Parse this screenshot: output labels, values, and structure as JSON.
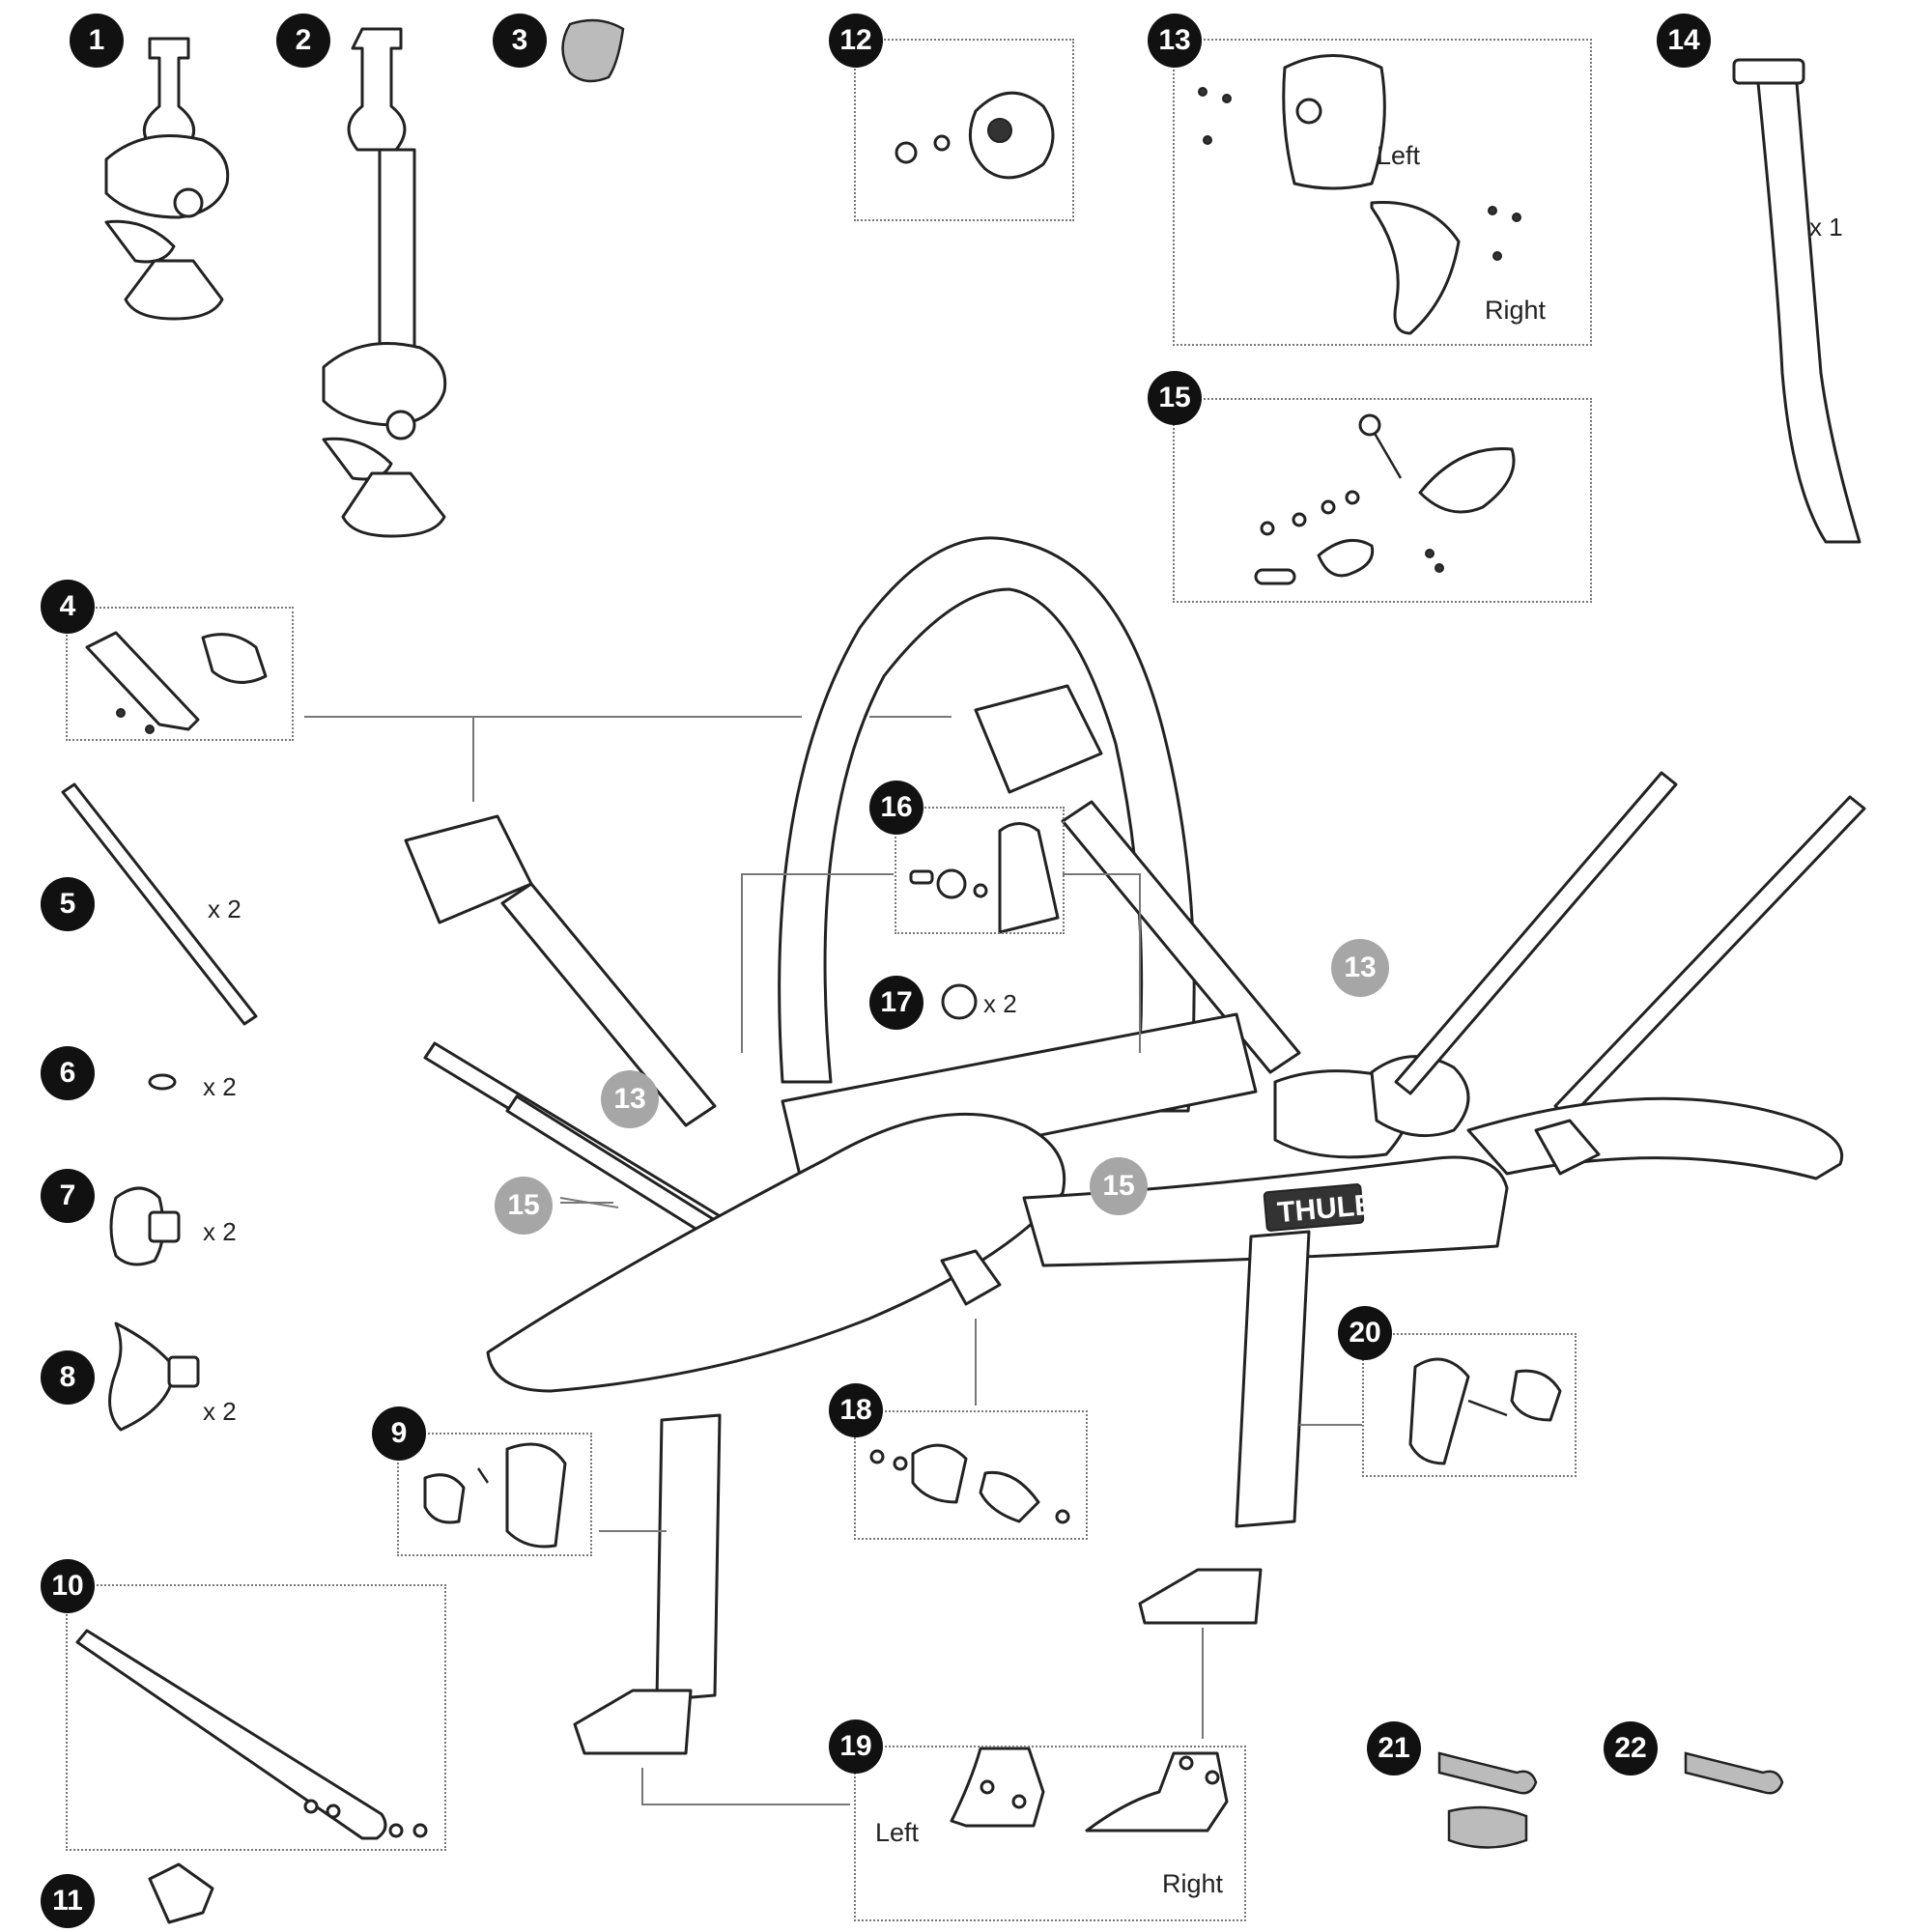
{
  "parts": [
    {
      "number": "1"
    },
    {
      "number": "2"
    },
    {
      "number": "3"
    },
    {
      "number": "4"
    },
    {
      "number": "5",
      "quantity": "x 2"
    },
    {
      "number": "6",
      "quantity": "x 2"
    },
    {
      "number": "7",
      "quantity": "x 2"
    },
    {
      "number": "8",
      "quantity": "x 2"
    },
    {
      "number": "9"
    },
    {
      "number": "10"
    },
    {
      "number": "11"
    },
    {
      "number": "12"
    },
    {
      "number": "13",
      "labels": [
        "Left",
        "Right"
      ]
    },
    {
      "number": "14",
      "quantity": "x 1"
    },
    {
      "number": "15"
    },
    {
      "number": "16"
    },
    {
      "number": "17",
      "quantity": "x 2"
    },
    {
      "number": "18"
    },
    {
      "number": "19",
      "labels": [
        "Left",
        "Right"
      ]
    },
    {
      "number": "20"
    },
    {
      "number": "21"
    },
    {
      "number": "22"
    }
  ],
  "callouts_on_rack": [
    "13",
    "13",
    "15",
    "15"
  ],
  "brand_logo": "THULE",
  "colors": {
    "badge": "#111111",
    "callout": "#a6a6a6",
    "line": "#222222"
  }
}
